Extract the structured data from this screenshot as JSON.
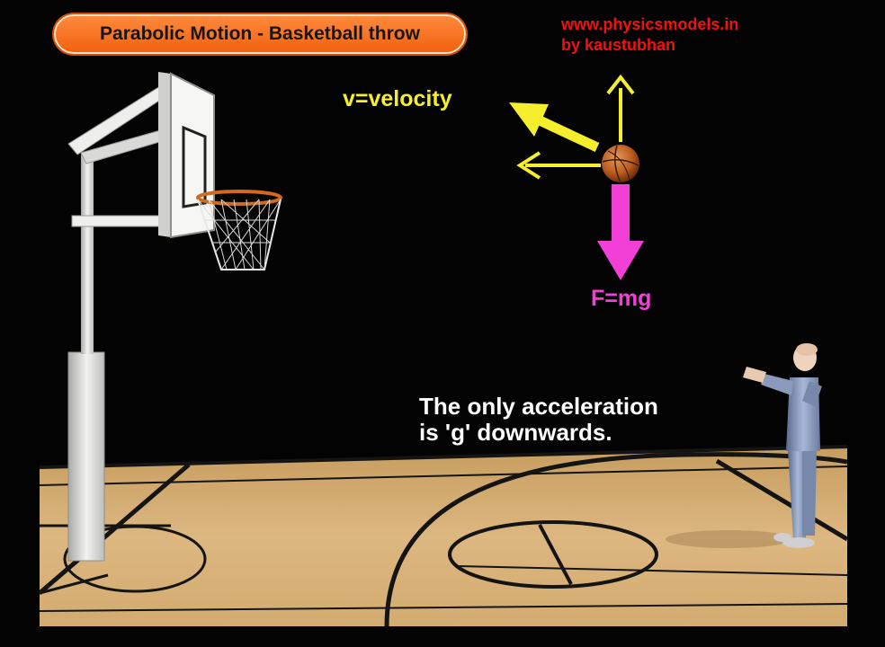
{
  "header": {
    "title": "Parabolic Motion - Basketball throw"
  },
  "credit": {
    "line1": "www.physicsmodels.in",
    "line2": "by kaustubhan"
  },
  "vectors": {
    "velocity_label": "v=velocity",
    "force_label": "F=mg"
  },
  "caption": {
    "line1": "The only acceleration",
    "line2": "is 'g' downwards."
  },
  "colors": {
    "title_pill": "#f26a1b",
    "credit": "#f01212",
    "velocity": "#f4ee2c",
    "force": "#f23fd6",
    "caption": "#ffffff",
    "background": "#030303",
    "court": "#d9b47a",
    "court_lines": "#111111"
  }
}
